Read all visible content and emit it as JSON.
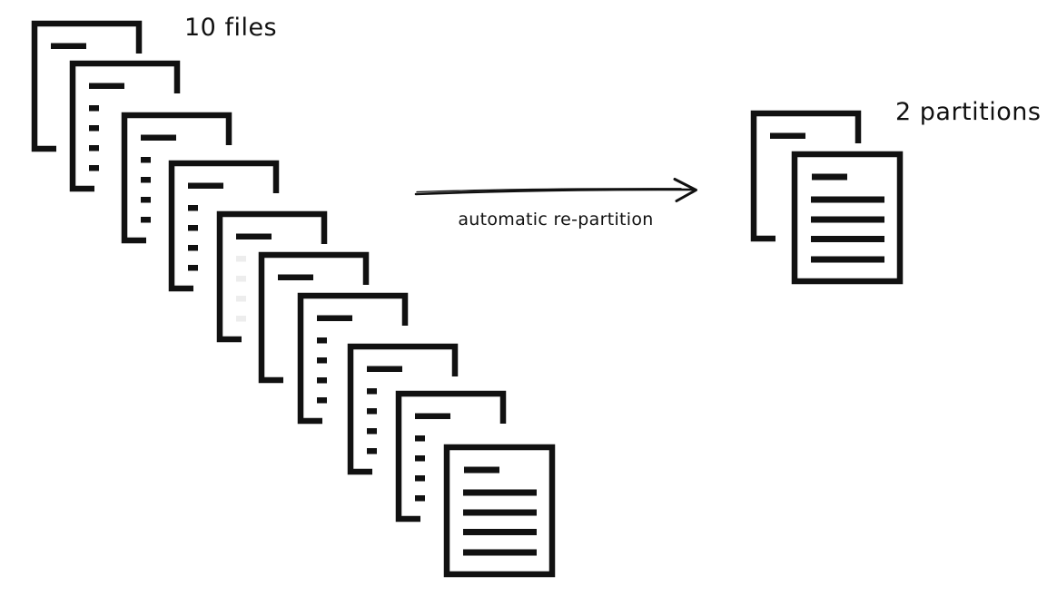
{
  "left_group": {
    "label": "10 files",
    "count": 10,
    "files": [
      {
        "icon": "document-icon",
        "outline": "partial",
        "lines": "none"
      },
      {
        "icon": "document-icon",
        "outline": "partial",
        "lines": "short"
      },
      {
        "icon": "document-icon",
        "outline": "partial",
        "lines": "short"
      },
      {
        "icon": "document-icon",
        "outline": "partial",
        "lines": "short"
      },
      {
        "icon": "document-icon",
        "outline": "partial",
        "lines": "short-faint"
      },
      {
        "icon": "document-icon",
        "outline": "partial",
        "lines": "none"
      },
      {
        "icon": "document-icon",
        "outline": "partial",
        "lines": "short"
      },
      {
        "icon": "document-icon",
        "outline": "partial",
        "lines": "short"
      },
      {
        "icon": "document-icon",
        "outline": "partial",
        "lines": "short"
      },
      {
        "icon": "document-icon",
        "outline": "full",
        "lines": "long"
      }
    ]
  },
  "arrow": {
    "label": "automatic re-partition",
    "direction": "right"
  },
  "right_group": {
    "label": "2 partitions",
    "count": 2,
    "files": [
      {
        "icon": "document-icon",
        "outline": "partial",
        "lines": "none"
      },
      {
        "icon": "document-icon",
        "outline": "full",
        "lines": "long"
      }
    ]
  },
  "colors": {
    "ink": "#111111",
    "background": "#ffffff",
    "faint_line": "#ededed"
  }
}
